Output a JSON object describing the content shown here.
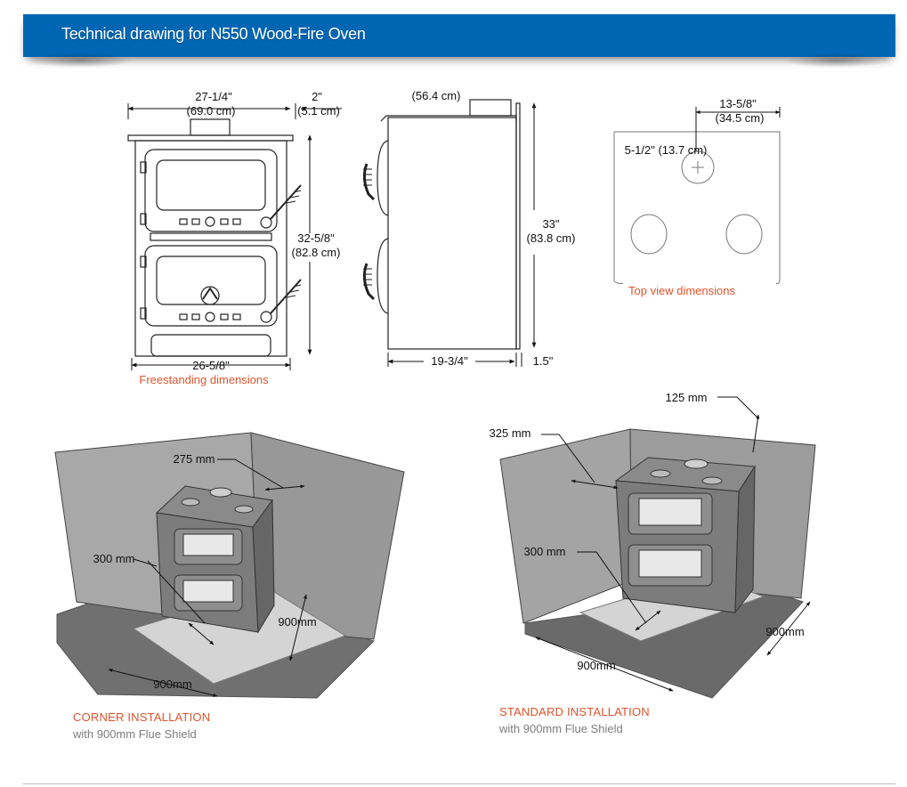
{
  "header": {
    "title": "Technical drawing for N550 Wood-Fire Oven",
    "color": "#0066b3"
  },
  "front_view": {
    "top_width_partial": "27-1/4\"",
    "top_width_cm": "(69.0 cm)",
    "flue_offset_partial": "2\"",
    "flue_offset_cm": "(5.1 cm)",
    "height_in": "32-5/8\"",
    "height_cm": "(82.8 cm)",
    "width": "26-5/8\"",
    "caption": "Freestanding dimensions"
  },
  "side_view": {
    "top_partial": "(56.4 cm)",
    "height_in": "33\"",
    "height_cm": "(83.8 cm)",
    "depth": "19-3/4\"",
    "rear": "1.5\""
  },
  "top_view": {
    "flue_offset_in": "13-5/8\"",
    "flue_offset_cm": "(34.5 cm)",
    "flue_depth": "5-1/2\" (13.7 cm)",
    "caption": "Top view dimensions"
  },
  "corner_install": {
    "top_gap": "275 mm",
    "side_gap": "300 mm",
    "shield_depth": "900mm",
    "shield_width": "900mm",
    "title": "CORNER INSTALLATION",
    "subtitle": "with 900mm Flue Shield"
  },
  "standard_install": {
    "top_gap": "125 mm",
    "back_gap": "325 mm",
    "side_gap": "300 mm",
    "shield_width": "900mm",
    "shield_depth": "900mm",
    "title": "STANDARD INSTALLATION",
    "subtitle": "with 900mm Flue Shield"
  },
  "colors": {
    "caption": "#e0532b",
    "wall": "#9a9a9a",
    "floor": "#6e6e6e",
    "stove": "#7c7c7c"
  }
}
